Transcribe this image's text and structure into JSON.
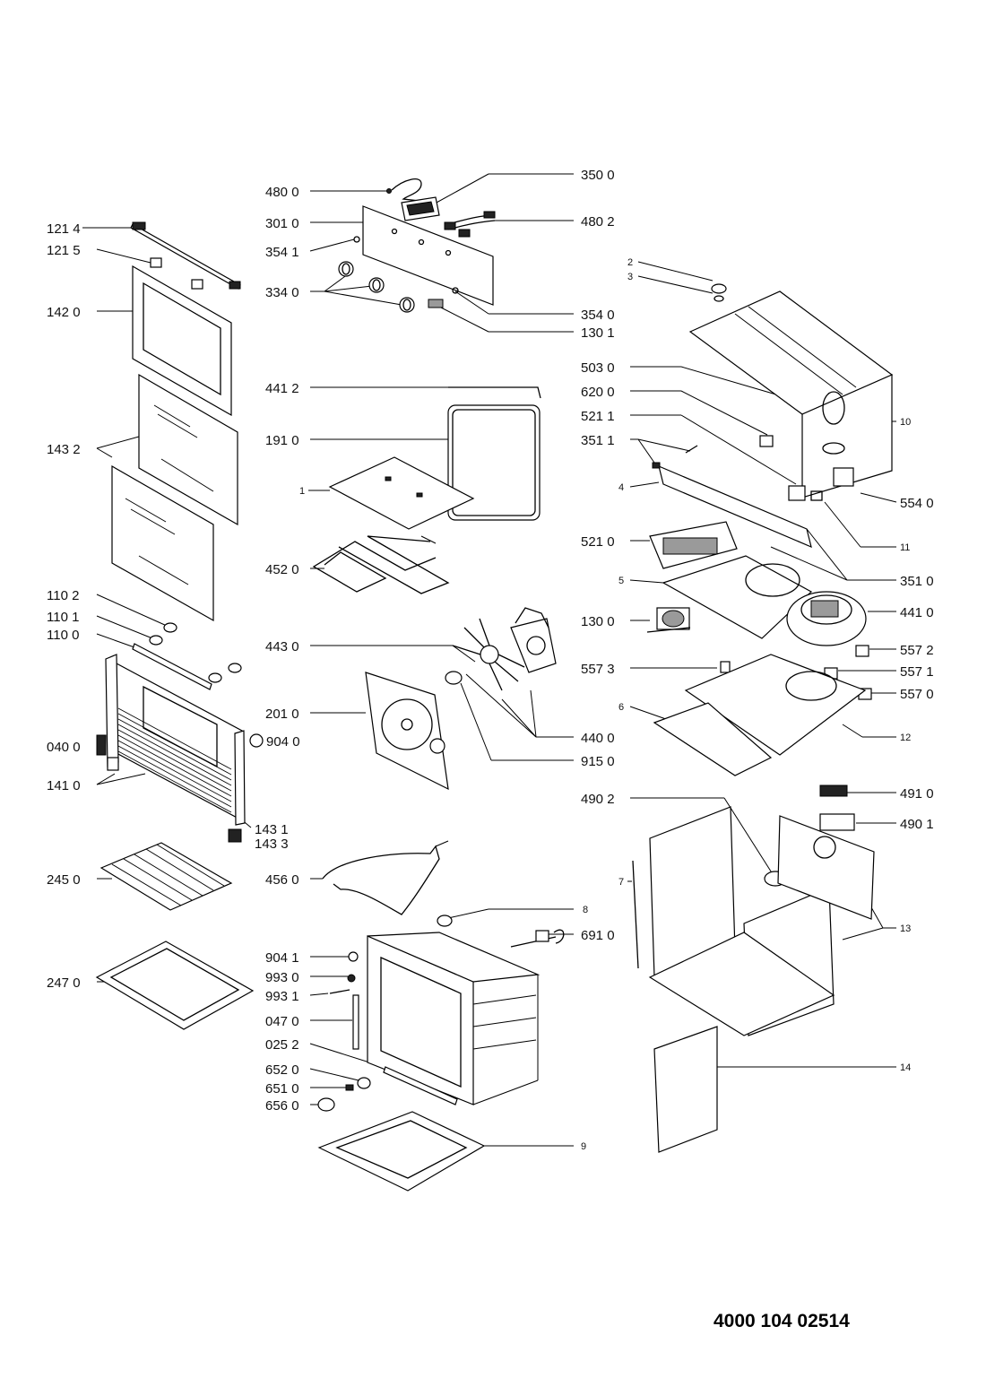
{
  "document_number": "4000 104 02514",
  "labels": {
    "l_480_0": "480 0",
    "l_350_0": "350 0",
    "l_301_0": "301 0",
    "l_480_2": "480 2",
    "l_354_1": "354 1",
    "l_334_0": "334 0",
    "l_354_0": "354 0",
    "l_130_1": "130 1",
    "l_121_4": "121 4",
    "l_121_5": "121 5",
    "l_142_0": "142 0",
    "l_143_2": "143 2",
    "l_110_2": "110 2",
    "l_110_1": "110 1",
    "l_110_0": "110 0",
    "l_040_0": "040 0",
    "l_141_0": "141 0",
    "l_904_0": "904 0",
    "l_143_1": "143 1",
    "l_143_3": "143 3",
    "l_245_0": "245 0",
    "l_247_0": "247 0",
    "l_441_2": "441 2",
    "l_191_0": "191 0",
    "l_1": "1",
    "l_452_0": "452 0",
    "l_443_0": "443 0",
    "l_201_0": "201 0",
    "l_440_0": "440 0",
    "l_915_0": "915 0",
    "l_456_0": "456 0",
    "l_8": "8",
    "l_691_0": "691 0",
    "l_904_1": "904 1",
    "l_993_0": "993 0",
    "l_993_1": "993 1",
    "l_047_0": "047 0",
    "l_025_2": "025 2",
    "l_652_0": "652 0",
    "l_651_0": "651 0",
    "l_656_0": "656 0",
    "l_9": "9",
    "l_2": "2",
    "l_3": "3",
    "l_10": "10",
    "l_503_0": "503 0",
    "l_620_0": "620 0",
    "l_521_1": "521 1",
    "l_351_1": "351 1",
    "l_4": "4",
    "l_554_0": "554 0",
    "l_11": "11",
    "l_521_0": "521 0",
    "l_351_0": "351 0",
    "l_5": "5",
    "l_441_0": "441 0",
    "l_130_0": "130 0",
    "l_557_2": "557 2",
    "l_557_3": "557 3",
    "l_557_1": "557 1",
    "l_557_0": "557 0",
    "l_6": "6",
    "l_12": "12",
    "l_491_0": "491 0",
    "l_490_2": "490 2",
    "l_490_1": "490 1",
    "l_7": "7",
    "l_13": "13",
    "l_14": "14"
  }
}
